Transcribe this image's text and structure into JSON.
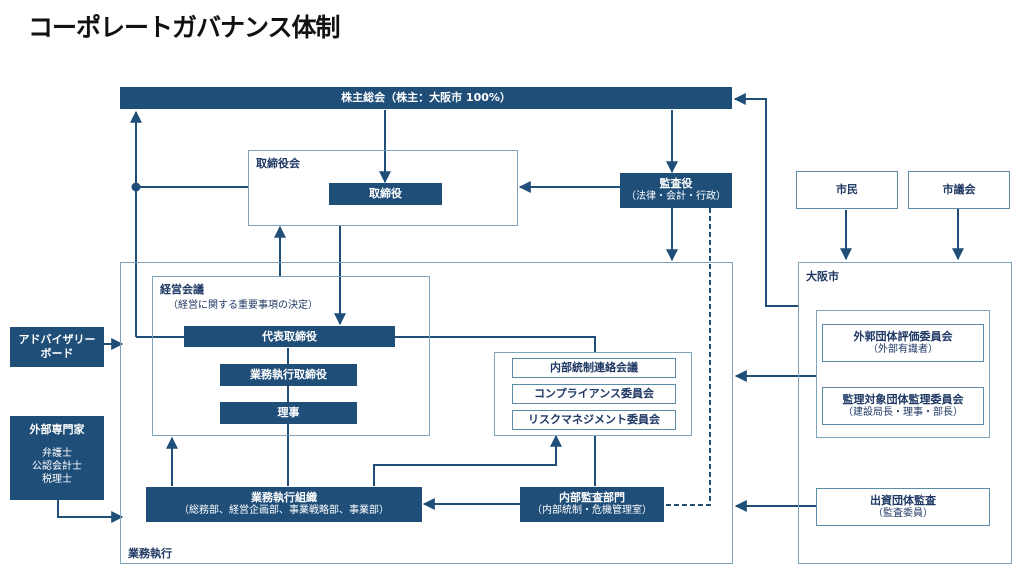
{
  "title": "コーポレートガバナンス体制",
  "nodes": {
    "shareholders_meeting": "株主総会（株主：大阪市 100%）",
    "board": "取締役会",
    "director": "取締役",
    "auditor": "監査役",
    "auditor_sub": "（法律・会計・行政）",
    "citizens": "市民",
    "city_council": "市議会",
    "management_meeting": "経営会議",
    "management_meeting_sub": "（経営に関する重要事項の決定）",
    "representative_director": "代表取締役",
    "executive_director": "業務執行取締役",
    "board_member": "理事",
    "internal_control_council": "内部統制連絡会議",
    "compliance_committee": "コンプライアンス委員会",
    "risk_committee": "リスクマネジメント委員会",
    "advisory_board_line1": "アドバイザリー",
    "advisory_board_line2": "ボード",
    "external_experts": "外部専門家",
    "expert_list": [
      "弁護士",
      "公認会計士",
      "税理士"
    ],
    "business_org": "業務執行組織",
    "business_org_sub": "（総務部、経営企画部、事業戦略部、事業部）",
    "internal_audit": "内部監査部門",
    "internal_audit_sub": "（内部統制・危機管理室）",
    "business_execution": "業務執行",
    "osaka_city": "大阪市",
    "evaluation_committee": "外郭団体評価委員会",
    "evaluation_committee_sub": "（外部有識者）",
    "supervision_committee": "監理対象団体監理委員会",
    "supervision_committee_sub": "（建設局長・理事・部長）",
    "investment_audit": "出資団体監査",
    "investment_audit_sub": "（監査委員）"
  },
  "colors": {
    "dark": "#1f4e79",
    "line": "#1f4e79",
    "frame": "#7fa3bd"
  }
}
